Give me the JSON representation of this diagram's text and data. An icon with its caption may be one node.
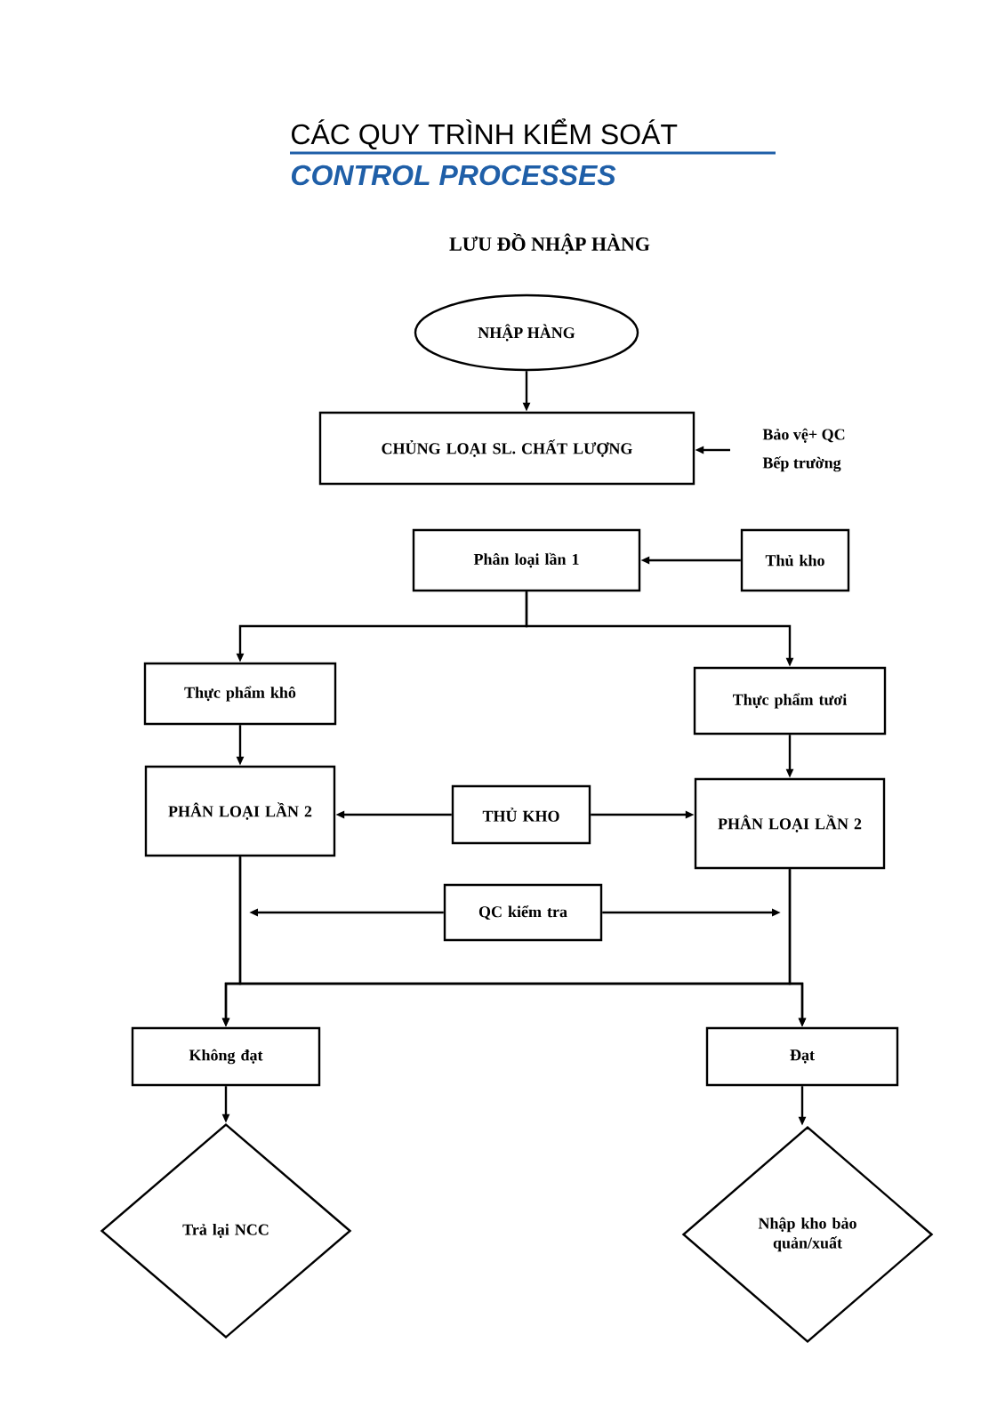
{
  "diagram": {
    "title": "LƯU ĐỒ NHẬP HÀNG",
    "nodes": [
      {
        "text": [
          "NHẬP HÀNG"
        ]
      },
      {
        "text": [
          "CHỦNG LOẠI SL. CHẤT LƯỢNG"
        ]
      },
      {
        "text": [
          "Bảo vệ+ QC",
          "Bếp trường"
        ]
      },
      {
        "text": [
          "Phân loại lần 1"
        ]
      },
      {
        "text": [
          "Thủ kho"
        ]
      },
      {
        "text": [
          "Thực phẩm khô"
        ]
      },
      {
        "text": [
          "Thực phẩm tươi"
        ]
      },
      {
        "text": [
          "PHÂN LOẠI LẦN 2"
        ]
      },
      {
        "text": [
          "THỦ KHO"
        ]
      },
      {
        "text": [
          "PHÂN LOẠI LẦN 2"
        ]
      },
      {
        "text": [
          "QC kiểm tra"
        ]
      },
      {
        "text": [
          "Không đạt"
        ]
      },
      {
        "text": [
          "Đạt"
        ]
      },
      {
        "text": [
          "Trả lại NCC"
        ]
      },
      {
        "text": [
          "Nhập kho bảo quản/xuất"
        ]
      }
    ],
    "edges": [
      {
        "from": 0,
        "to": 1,
        "arrow": "to"
      },
      {
        "from": 2,
        "to": 1,
        "arrow": "to"
      },
      {
        "from": 4,
        "to": 3,
        "arrow": "to"
      },
      {
        "from": 3,
        "to": 5,
        "arrow": "to"
      },
      {
        "from": 3,
        "to": 6,
        "arrow": "to"
      },
      {
        "from": 5,
        "to": 7,
        "arrow": "to"
      },
      {
        "from": 6,
        "to": 9,
        "arrow": "to"
      },
      {
        "from": 8,
        "to": 7,
        "arrow": "to"
      },
      {
        "from": 8,
        "to": 9,
        "arrow": "to"
      },
      {
        "from": 10,
        "to": null,
        "arrow": "to"
      },
      {
        "from": 10,
        "to": null,
        "arrow": "to"
      },
      {
        "from": 7,
        "to": 11,
        "arrow": "to"
      },
      {
        "from": 7,
        "to": 12,
        "arrow": "to"
      },
      {
        "from": 9,
        "to": 11,
        "arrow": "to"
      },
      {
        "from": 9,
        "to": 12,
        "arrow": "to"
      },
      {
        "from": 11,
        "to": 13,
        "arrow": "to"
      },
      {
        "from": 12,
        "to": 14,
        "arrow": "to"
      }
    ],
    "labels": [
      "CÁC QUY TRÌNH KIỂM SOÁT",
      "CONTROL PROCESSES"
    ]
  }
}
